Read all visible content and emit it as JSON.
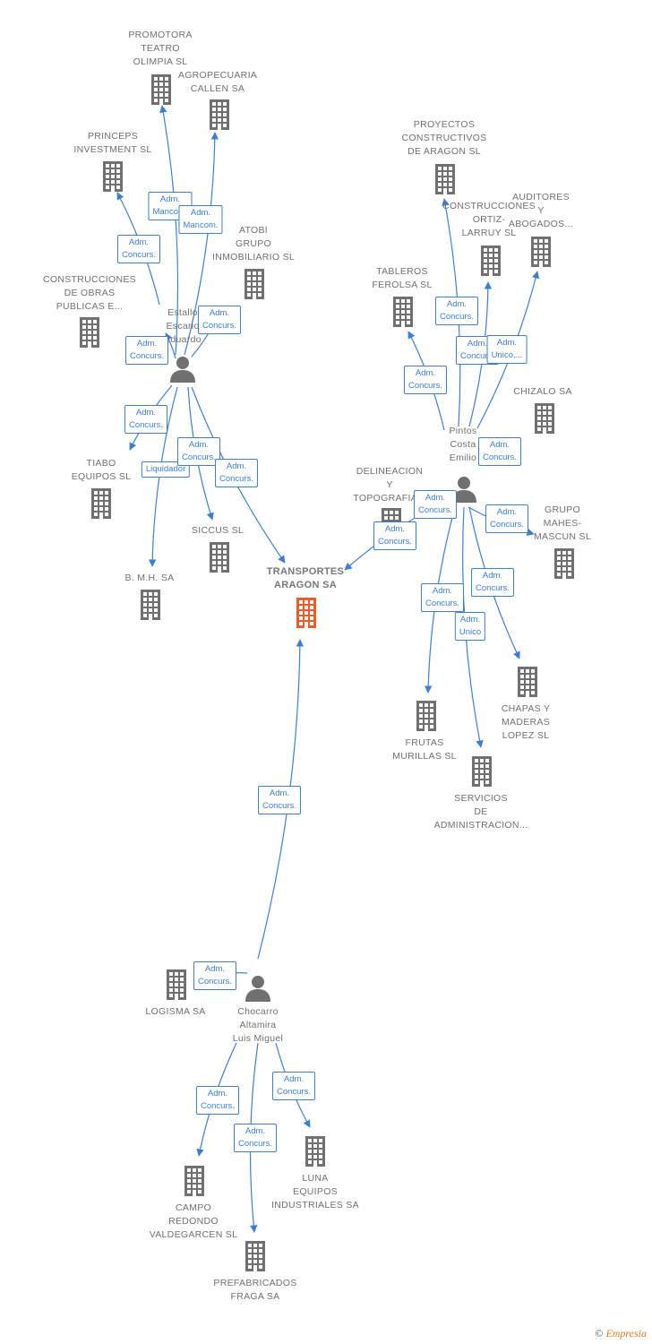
{
  "colors": {
    "accent": "#3a7fd5",
    "company": "#707070",
    "center": "#f05a28",
    "person": "#707070"
  },
  "nodes": [
    {
      "id": "promotora",
      "type": "company",
      "icon": "building-icon",
      "lines": [
        "PROMOTORA",
        "TEATRO",
        "OLIMPIA SL"
      ]
    },
    {
      "id": "agropecuaria",
      "type": "company",
      "icon": "building-icon",
      "lines": [
        "AGROPECUARIA",
        "CALLEN SA"
      ]
    },
    {
      "id": "princeps",
      "type": "company",
      "icon": "building-icon",
      "lines": [
        "PRINCEPS",
        "INVESTMENT SL"
      ]
    },
    {
      "id": "atobi",
      "type": "company",
      "icon": "building-icon",
      "lines": [
        "ATOBI",
        "GRUPO",
        "INMOBILIARIO SL"
      ]
    },
    {
      "id": "construcciones_obras",
      "type": "company",
      "icon": "building-icon",
      "lines": [
        "CONSTRUCCIONES",
        "DE OBRAS",
        "PUBLICAS E..."
      ]
    },
    {
      "id": "estallo",
      "type": "person",
      "icon": "person-icon",
      "lines": [
        "Estallo",
        "Escario",
        "Eduardo"
      ]
    },
    {
      "id": "tiabo",
      "type": "company",
      "icon": "building-icon",
      "lines": [
        "TIABO",
        "EQUIPOS SL"
      ]
    },
    {
      "id": "siccus",
      "type": "company",
      "icon": "building-icon",
      "lines": [
        "SICCUS SL"
      ]
    },
    {
      "id": "bmh",
      "type": "company",
      "icon": "building-icon",
      "lines": [
        "B. M.H. SA"
      ]
    },
    {
      "id": "transportes",
      "type": "center",
      "icon": "building-icon",
      "lines": [
        "TRANSPORTES",
        "ARAGON SA"
      ]
    },
    {
      "id": "proyectos",
      "type": "company",
      "icon": "building-icon",
      "lines": [
        "PROYECTOS",
        "CONSTRUCTIVOS",
        "DE ARAGON SL"
      ]
    },
    {
      "id": "construcciones_ortiz",
      "type": "company",
      "icon": "building-icon",
      "lines": [
        "CONSTRUCCIONES",
        "ORTIZ-",
        "LARRUY SL"
      ]
    },
    {
      "id": "auditores",
      "type": "company",
      "icon": "building-icon",
      "lines": [
        "AUDITORES",
        "Y",
        "ABOGADOS..."
      ]
    },
    {
      "id": "tableros",
      "type": "company",
      "icon": "building-icon",
      "lines": [
        "TABLEROS",
        "FEROLSA SL"
      ]
    },
    {
      "id": "chizalo",
      "type": "company",
      "icon": "building-icon",
      "lines": [
        "CHIZALO SA"
      ]
    },
    {
      "id": "pintos",
      "type": "person",
      "icon": "person-icon",
      "lines": [
        "Pintos",
        "Costa",
        "Emilio"
      ]
    },
    {
      "id": "delineacion",
      "type": "company",
      "icon": "building-icon",
      "lines": [
        "DELINEACION",
        "Y",
        "TOPOGRAFIA..."
      ]
    },
    {
      "id": "grupo_mahes",
      "type": "company",
      "icon": "building-icon",
      "lines": [
        "GRUPO",
        "MAHES-",
        "MASCUN SL"
      ]
    },
    {
      "id": "chapas",
      "type": "company",
      "icon": "building-icon",
      "lines": [
        "CHAPAS Y",
        "MADERAS",
        "LOPEZ SL"
      ]
    },
    {
      "id": "frutas",
      "type": "company",
      "icon": "building-icon",
      "lines": [
        "FRUTAS",
        "MURILLAS SL"
      ]
    },
    {
      "id": "servicios",
      "type": "company",
      "icon": "building-icon",
      "lines": [
        "SERVICIOS",
        "DE",
        "ADMINISTRACION..."
      ]
    },
    {
      "id": "chocarro",
      "type": "person",
      "icon": "person-icon",
      "lines": [
        "Chocarro",
        "Altamira",
        "Luis Miguel"
      ]
    },
    {
      "id": "logisma",
      "type": "company",
      "icon": "building-icon",
      "lines": [
        "LOGISMA SA"
      ]
    },
    {
      "id": "campo",
      "type": "company",
      "icon": "building-icon",
      "lines": [
        "CAMPO",
        "REDONDO",
        "VALDEGARCEN SL"
      ]
    },
    {
      "id": "luna",
      "type": "company",
      "icon": "building-icon",
      "lines": [
        "LUNA",
        "EQUIPOS",
        "INDUSTRIALES SA"
      ]
    },
    {
      "id": "prefabricados",
      "type": "company",
      "icon": "building-icon",
      "lines": [
        "PREFABRICADOS",
        "FRAGA SA"
      ]
    }
  ],
  "edges": [
    {
      "from": "estallo",
      "to": "promotora",
      "label": [
        "Adm.",
        "Mancom."
      ]
    },
    {
      "from": "estallo",
      "to": "agropecuaria",
      "label": [
        "Adm.",
        "Mancom."
      ]
    },
    {
      "from": "estallo",
      "to": "princeps",
      "label": [
        "Adm.",
        "Concurs."
      ]
    },
    {
      "from": "estallo",
      "to": "construcciones_obras",
      "label": [
        "Adm.",
        "Concurs."
      ]
    },
    {
      "from": "estallo",
      "to": "atobi",
      "label": [
        "Adm.",
        "Concurs."
      ]
    },
    {
      "from": "estallo",
      "to": "tiabo",
      "label": [
        "Adm.",
        "Concurs."
      ]
    },
    {
      "from": "estallo",
      "to": "bmh",
      "label": [
        "Liquidador"
      ]
    },
    {
      "from": "estallo",
      "to": "siccus",
      "label": [
        "Adm.",
        "Concurs."
      ]
    },
    {
      "from": "estallo",
      "to": "transportes",
      "label": [
        "Adm.",
        "Concurs."
      ]
    },
    {
      "from": "pintos",
      "to": "proyectos",
      "label": [
        "Adm.",
        "Concurs."
      ]
    },
    {
      "from": "pintos",
      "to": "construcciones_ortiz",
      "label": [
        "Adm.",
        "Concurs."
      ]
    },
    {
      "from": "pintos",
      "to": "auditores",
      "label": [
        "Adm.",
        "Unico,..."
      ]
    },
    {
      "from": "pintos",
      "to": "tableros",
      "label": [
        "Adm.",
        "Concurs."
      ]
    },
    {
      "from": "pintos",
      "to": "chizalo",
      "label": [
        "Adm.",
        "Concurs."
      ]
    },
    {
      "from": "pintos",
      "to": "transportes",
      "label": [
        "Adm.",
        "Concurs."
      ]
    },
    {
      "from": "pintos",
      "to": "delineacion",
      "label": [
        "Adm.",
        "Concurs."
      ]
    },
    {
      "from": "pintos",
      "to": "grupo_mahes",
      "label": [
        "Adm.",
        "Concurs."
      ]
    },
    {
      "from": "pintos",
      "to": "chapas",
      "label": [
        "Adm.",
        "Concurs."
      ]
    },
    {
      "from": "pintos",
      "to": "frutas",
      "label": [
        "Adm.",
        "Concurs."
      ]
    },
    {
      "from": "pintos",
      "to": "servicios",
      "label": [
        "Adm.",
        "Unico"
      ]
    },
    {
      "from": "chocarro",
      "to": "transportes",
      "label": [
        "Adm.",
        "Concurs."
      ]
    },
    {
      "from": "chocarro",
      "to": "logisma",
      "label": [
        "Adm.",
        "Concurs."
      ]
    },
    {
      "from": "chocarro",
      "to": "campo",
      "label": [
        "Adm.",
        "Concurs."
      ]
    },
    {
      "from": "chocarro",
      "to": "luna",
      "label": [
        "Adm.",
        "Concurs."
      ]
    },
    {
      "from": "chocarro",
      "to": "prefabricados",
      "label": [
        "Adm.",
        "Concurs."
      ]
    }
  ],
  "footer": {
    "copyright": "©",
    "brand": "Empresia"
  }
}
